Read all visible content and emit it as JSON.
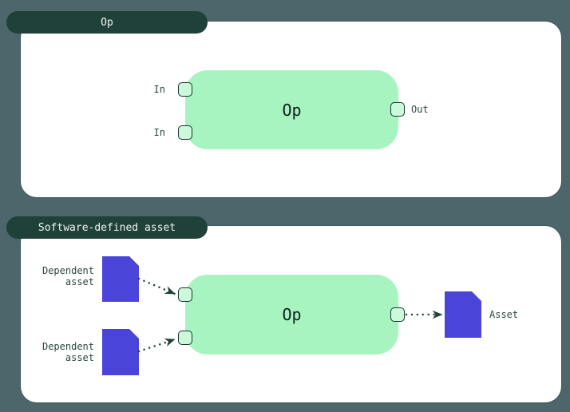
{
  "colors": {
    "background": "#4C666B",
    "tab_fill": "#1F4139",
    "tab_text": "#F2F6F4",
    "panel_fill": "#FFFFFF",
    "op_node_fill": "#A8F4C1",
    "op_node_text": "#0D211B",
    "port_fill": "#CDF9DB",
    "port_border": "#15342C",
    "asset_fill": "#4B44D9",
    "label_text": "#2B4840",
    "arrow": "#1E4038"
  },
  "op_section": {
    "tab_label": "Op",
    "op_label": "Op",
    "input_labels": [
      "In",
      "In"
    ],
    "output_label": "Out"
  },
  "sda_section": {
    "tab_label": "Software-defined asset",
    "op_label": "Op",
    "dependent_assets": [
      {
        "label_line1": "Dependent",
        "label_line2": "asset"
      },
      {
        "label_line1": "Dependent",
        "label_line2": "asset"
      }
    ],
    "output_asset_label": "Asset"
  }
}
